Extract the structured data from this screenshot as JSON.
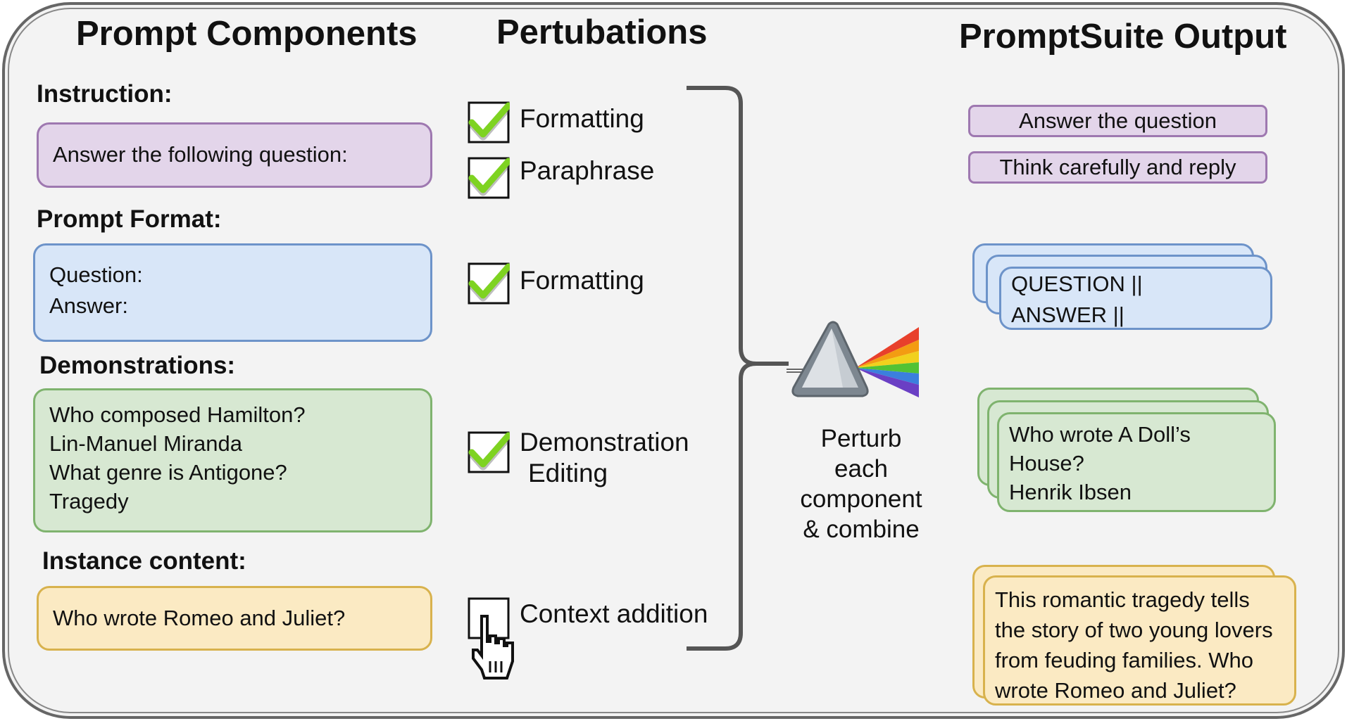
{
  "columns": {
    "components_title": "Prompt Components",
    "perturbations_title": "Pertubations",
    "output_title": "PromptSuite Output"
  },
  "components": {
    "instruction": {
      "label": "Instruction:",
      "text": "Answer the following question:"
    },
    "prompt_format": {
      "label": "Prompt Format:",
      "lines": [
        "Question:",
        "Answer:"
      ]
    },
    "demonstrations": {
      "label": "Demonstrations:",
      "lines": [
        "Who composed Hamilton?",
        "Lin-Manuel Miranda",
        "What genre is Antigone?",
        "Tragedy"
      ]
    },
    "instance_content": {
      "label": "Instance content:",
      "text": "Who wrote Romeo and Juliet?"
    }
  },
  "perturbations": [
    {
      "label": "Formatting",
      "checked": true
    },
    {
      "label": "Paraphrase",
      "checked": true
    },
    {
      "label": "Formatting",
      "checked": true
    },
    {
      "label_lines": [
        "Demonstration",
        "Editing"
      ],
      "checked": true
    },
    {
      "label": "Context addition",
      "checked": false
    }
  ],
  "center_caption": [
    "Perturb",
    "each",
    "component",
    "& combine"
  ],
  "outputs": {
    "instructions": [
      "Answer the question",
      "Think carefully and reply"
    ],
    "format": [
      "QUESTION ||",
      "ANSWER ||"
    ],
    "demonstrations": [
      "Who wrote A Doll’s",
      "House?",
      "Henrik Ibsen"
    ],
    "instance": [
      "This romantic tragedy tells",
      "the story of two young lovers",
      "from feuding families. Who",
      "wrote Romeo and Juliet?"
    ]
  },
  "colors": {
    "purple_fill": "#e3d5ea",
    "blue_fill": "#d8e6f8",
    "green_fill": "#d7e8d2",
    "yellow_fill": "#fbeac3",
    "check_green": "#7ed321",
    "frame_bg": "#f3f3f3"
  },
  "icons": [
    "checkmark-icon",
    "hand-pointer-icon",
    "prism-icon"
  ]
}
